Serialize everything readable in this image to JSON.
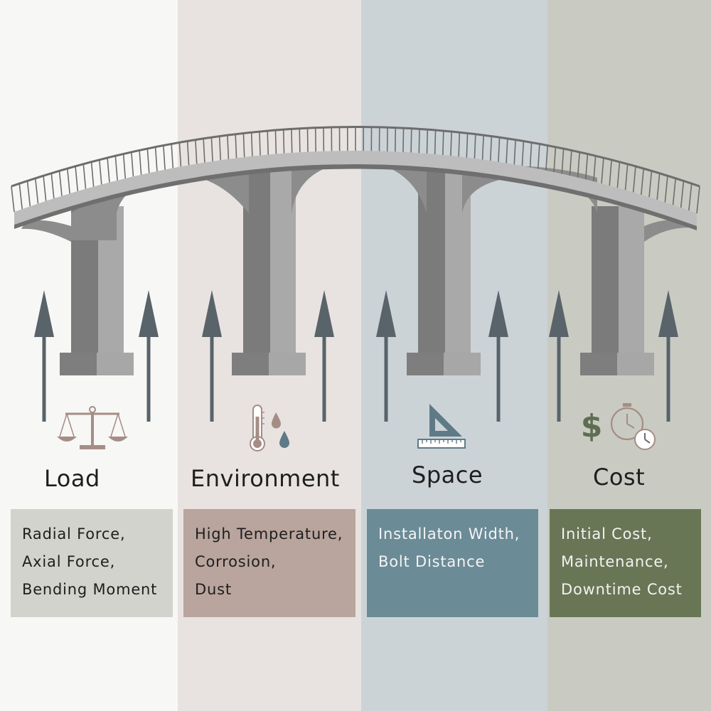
{
  "columns": [
    {
      "title": "Load",
      "items": [
        "Radial Force,",
        "Axial Force,",
        "Bending Moment"
      ],
      "icon": "balance-scale-icon",
      "band_color": "#f7f7f5",
      "box_color": "#d3d3cd",
      "text_color": "#1e1e1e"
    },
    {
      "title": "Environment",
      "items": [
        "High Temperature,",
        "Corrosion,",
        "Dust"
      ],
      "icon": "thermometer-droplets-icon",
      "band_color": "#e8e3e0",
      "box_color": "#b9a59d",
      "text_color": "#1e1e1e"
    },
    {
      "title": "Space",
      "items": [
        "Installaton Width,",
        "Bolt Distance"
      ],
      "icon": "set-square-ruler-icon",
      "band_color": "#cbd3d7",
      "box_color": "#6b8b97",
      "text_color": "#f4f4f4"
    },
    {
      "title": "Cost",
      "items": [
        "Initial Cost,",
        "Maintenance,",
        "Downtime Cost"
      ],
      "icon": "dollar-stopwatch-icon",
      "band_color": "#c9cbc2",
      "box_color": "#687655",
      "text_color": "#f2f2f2"
    }
  ],
  "colors": {
    "arrow": "#59636a",
    "bridge_dark": "#7c7c7c",
    "bridge_light": "#a5a5a5",
    "icon_brown": "#a58d85",
    "icon_slate": "#5f7a87",
    "icon_green": "#5f6e52"
  },
  "icons": {
    "dollar_symbol": "$"
  }
}
